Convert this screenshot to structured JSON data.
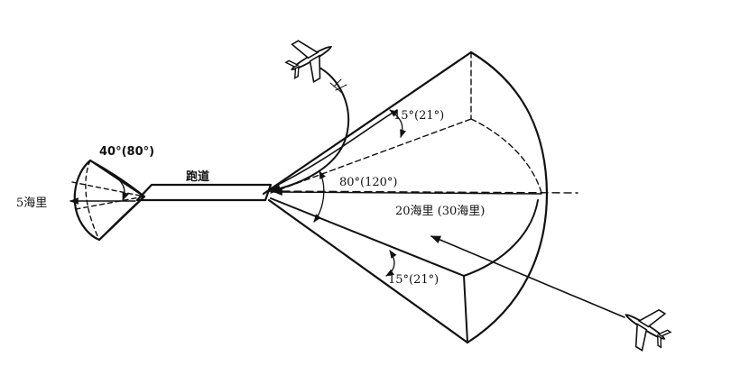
{
  "diagram": {
    "labels": {
      "runway": "跑道",
      "left_range": "5海里",
      "left_angle": "40°(80°)",
      "upper_angle": "15°(21°)",
      "center_angle": "80°(120°)",
      "right_range": "20海里 (30海里)",
      "lower_angle": "15°(21°)"
    },
    "icons": [
      "airplane-icon",
      "airplane-icon"
    ]
  }
}
